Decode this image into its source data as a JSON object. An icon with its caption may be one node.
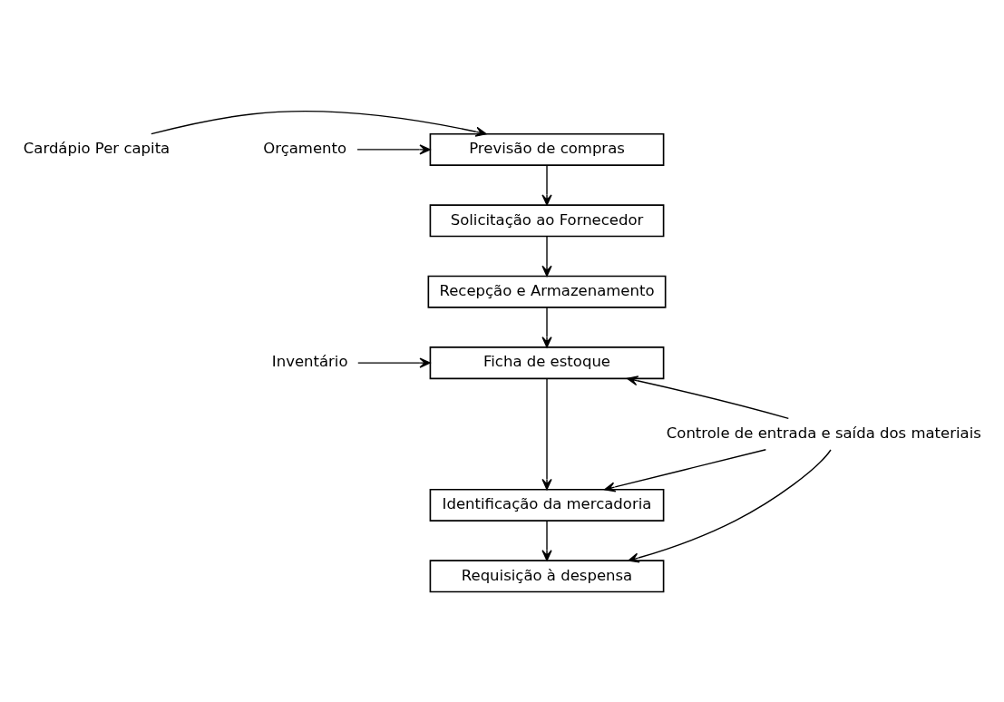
{
  "diagram": {
    "nodes": [
      {
        "text": [
          "Cardápio Per capita"
        ]
      },
      {
        "text": [
          "Previsão de compras"
        ]
      },
      {
        "text": [
          "Orçamento"
        ]
      },
      {
        "text": [
          "Solicitação ao Fornecedor"
        ]
      },
      {
        "text": [
          "Recepção e Armazenamento"
        ]
      },
      {
        "text": [
          "Inventário"
        ]
      },
      {
        "text": [
          "Ficha de estoque"
        ]
      },
      {
        "text": [
          "Controle de entrada e saída dos materiais"
        ]
      },
      {
        "text": [
          "Identificação da mercadoria"
        ]
      },
      {
        "text": [
          "Requisição à despensa"
        ]
      }
    ],
    "edges": [
      {
        "from": 0,
        "to": 1,
        "arrow": "to"
      },
      {
        "from": 2,
        "to": 1,
        "arrow": "to"
      },
      {
        "from": 1,
        "to": 3,
        "arrow": "to"
      },
      {
        "from": 3,
        "to": 4,
        "arrow": "to"
      },
      {
        "from": 4,
        "to": 6,
        "arrow": "to"
      },
      {
        "from": 5,
        "to": 6,
        "arrow": "to"
      },
      {
        "from": 7,
        "to": 6,
        "arrow": "to"
      },
      {
        "from": 6,
        "to": 8,
        "arrow": "to"
      },
      {
        "from": 7,
        "to": 8,
        "arrow": "to"
      },
      {
        "from": 8,
        "to": 9,
        "arrow": "to"
      },
      {
        "from": 7,
        "to": 9,
        "arrow": "to"
      }
    ]
  }
}
